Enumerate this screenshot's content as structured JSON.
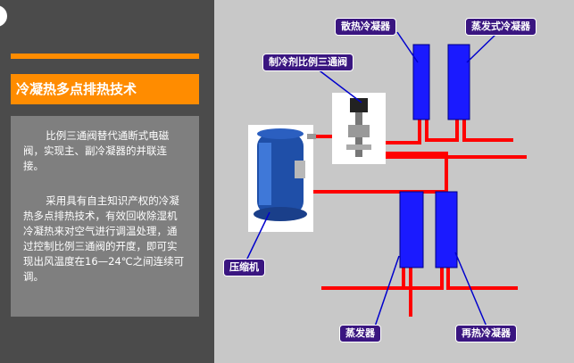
{
  "title": "冷凝热多点排热技术",
  "paragraphs": [
    "比例三通阀替代通断式电磁阀，实现主、副冷凝器的并联连接。",
    "采用具有自主知识产权的冷凝热多点排热技术，有效回收除湿机冷凝热来对空气进行调温处理，通过控制比例三通阀的开度，即可实现出风温度在16—24℃之间连续可调。"
  ],
  "labels": {
    "radiator": "散热冷凝器",
    "evap_condenser": "蒸发式冷凝器",
    "valve": "制冷剂比例三通阀",
    "compressor": "压缩机",
    "evaporator": "蒸发器",
    "reheat_condenser": "再热冷凝器"
  },
  "icons": {
    "settings": "gear-icon"
  },
  "colors": {
    "accent": "#ff8c00",
    "pipe": "#ff0000",
    "component": "#1a1aff",
    "label_bg": "#3a1680"
  }
}
